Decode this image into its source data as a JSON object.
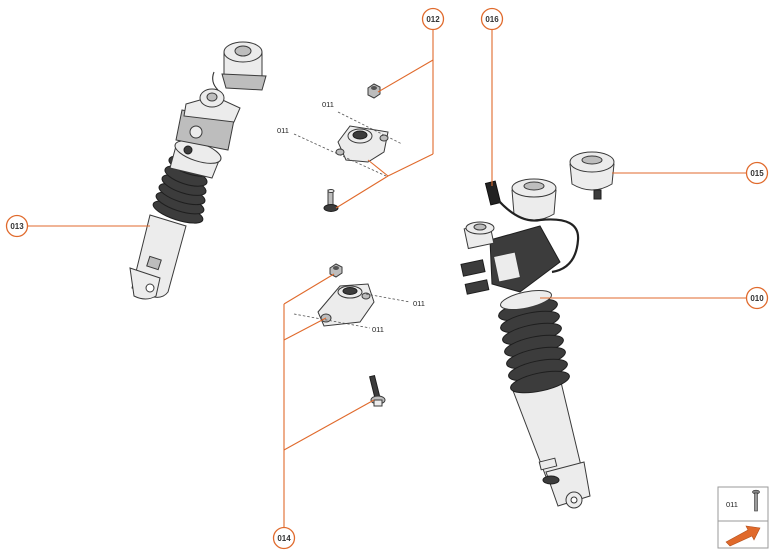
{
  "callouts": [
    {
      "id": "012",
      "label": "012"
    },
    {
      "id": "016",
      "label": "016"
    },
    {
      "id": "013",
      "label": "013"
    },
    {
      "id": "015",
      "label": "015"
    },
    {
      "id": "010",
      "label": "010"
    },
    {
      "id": "014",
      "label": "014"
    }
  ],
  "small_labels": {
    "top_mount_upper": "011",
    "top_mount_left": "011",
    "lower_mount_right": "011",
    "lower_mount_lower": "011"
  },
  "legend": {
    "item_label": "011",
    "icon": "bolt-icon",
    "direction_icon": "forward-arrow-icon"
  },
  "colors": {
    "accent": "#e06a2c",
    "line": "#3a3a3a"
  }
}
